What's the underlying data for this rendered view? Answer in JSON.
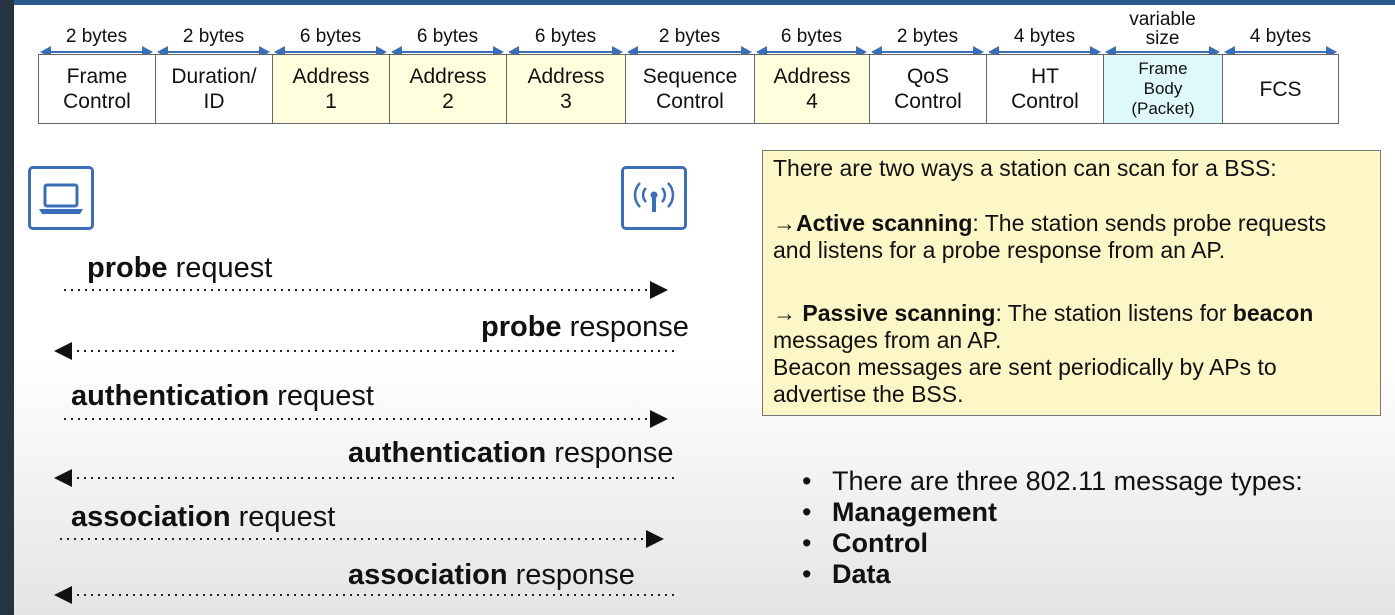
{
  "frame": {
    "fields": [
      {
        "size": "2 bytes",
        "line1": "Frame",
        "line2": "Control"
      },
      {
        "size": "2 bytes",
        "line1": "Duration/",
        "line2": "ID"
      },
      {
        "size": "6 bytes",
        "line1": "Address",
        "line2": "1"
      },
      {
        "size": "6 bytes",
        "line1": "Address",
        "line2": "2"
      },
      {
        "size": "6 bytes",
        "line1": "Address",
        "line2": "3"
      },
      {
        "size": "2 bytes",
        "line1": "Sequence",
        "line2": "Control"
      },
      {
        "size": "6 bytes",
        "line1": "Address",
        "line2": "4"
      },
      {
        "size": "2 bytes",
        "line1": "QoS",
        "line2": "Control"
      },
      {
        "size": "4 bytes",
        "line1": "HT",
        "line2": "Control"
      },
      {
        "size_line1": "variable",
        "size_line2": "size",
        "line1": "Frame",
        "line2": "Body",
        "line3": "(Packet)"
      },
      {
        "size": "4 bytes",
        "line1": "FCS"
      }
    ],
    "colors": {
      "address": "#ffffdd",
      "body": "#dff9fb",
      "arrow": "#3a6fb8"
    }
  },
  "icons": {
    "left": "laptop-icon",
    "right": "access-point-icon"
  },
  "exchange": [
    {
      "bold": "probe",
      "rest": " request",
      "direction": "right"
    },
    {
      "bold": "probe",
      "rest": " response",
      "direction": "left"
    },
    {
      "bold": "authentication",
      "rest": " request",
      "direction": "right"
    },
    {
      "bold": "authentication",
      "rest": " response",
      "direction": "left"
    },
    {
      "bold": "association",
      "rest": " request",
      "direction": "right"
    },
    {
      "bold": "association",
      "rest": " response",
      "direction": "left"
    }
  ],
  "info": {
    "intro": "There are two ways a station can scan for a BSS:",
    "active_arrow": "→",
    "active_bold": "Active scanning",
    "active_text": ": The station sends probe requests and listens for a probe response from an AP.",
    "passive_arrow": "→ ",
    "passive_bold": "Passive scanning",
    "passive_text1": ": The station listens for ",
    "passive_bold2": "beacon",
    "passive_text2": " messages from an AP.",
    "beacon_text": "Beacon messages are sent periodically by APs to advertise the BSS."
  },
  "message_types": {
    "intro": "There are three 802.11 message types:",
    "items": [
      "Management",
      "Control",
      "Data"
    ]
  }
}
